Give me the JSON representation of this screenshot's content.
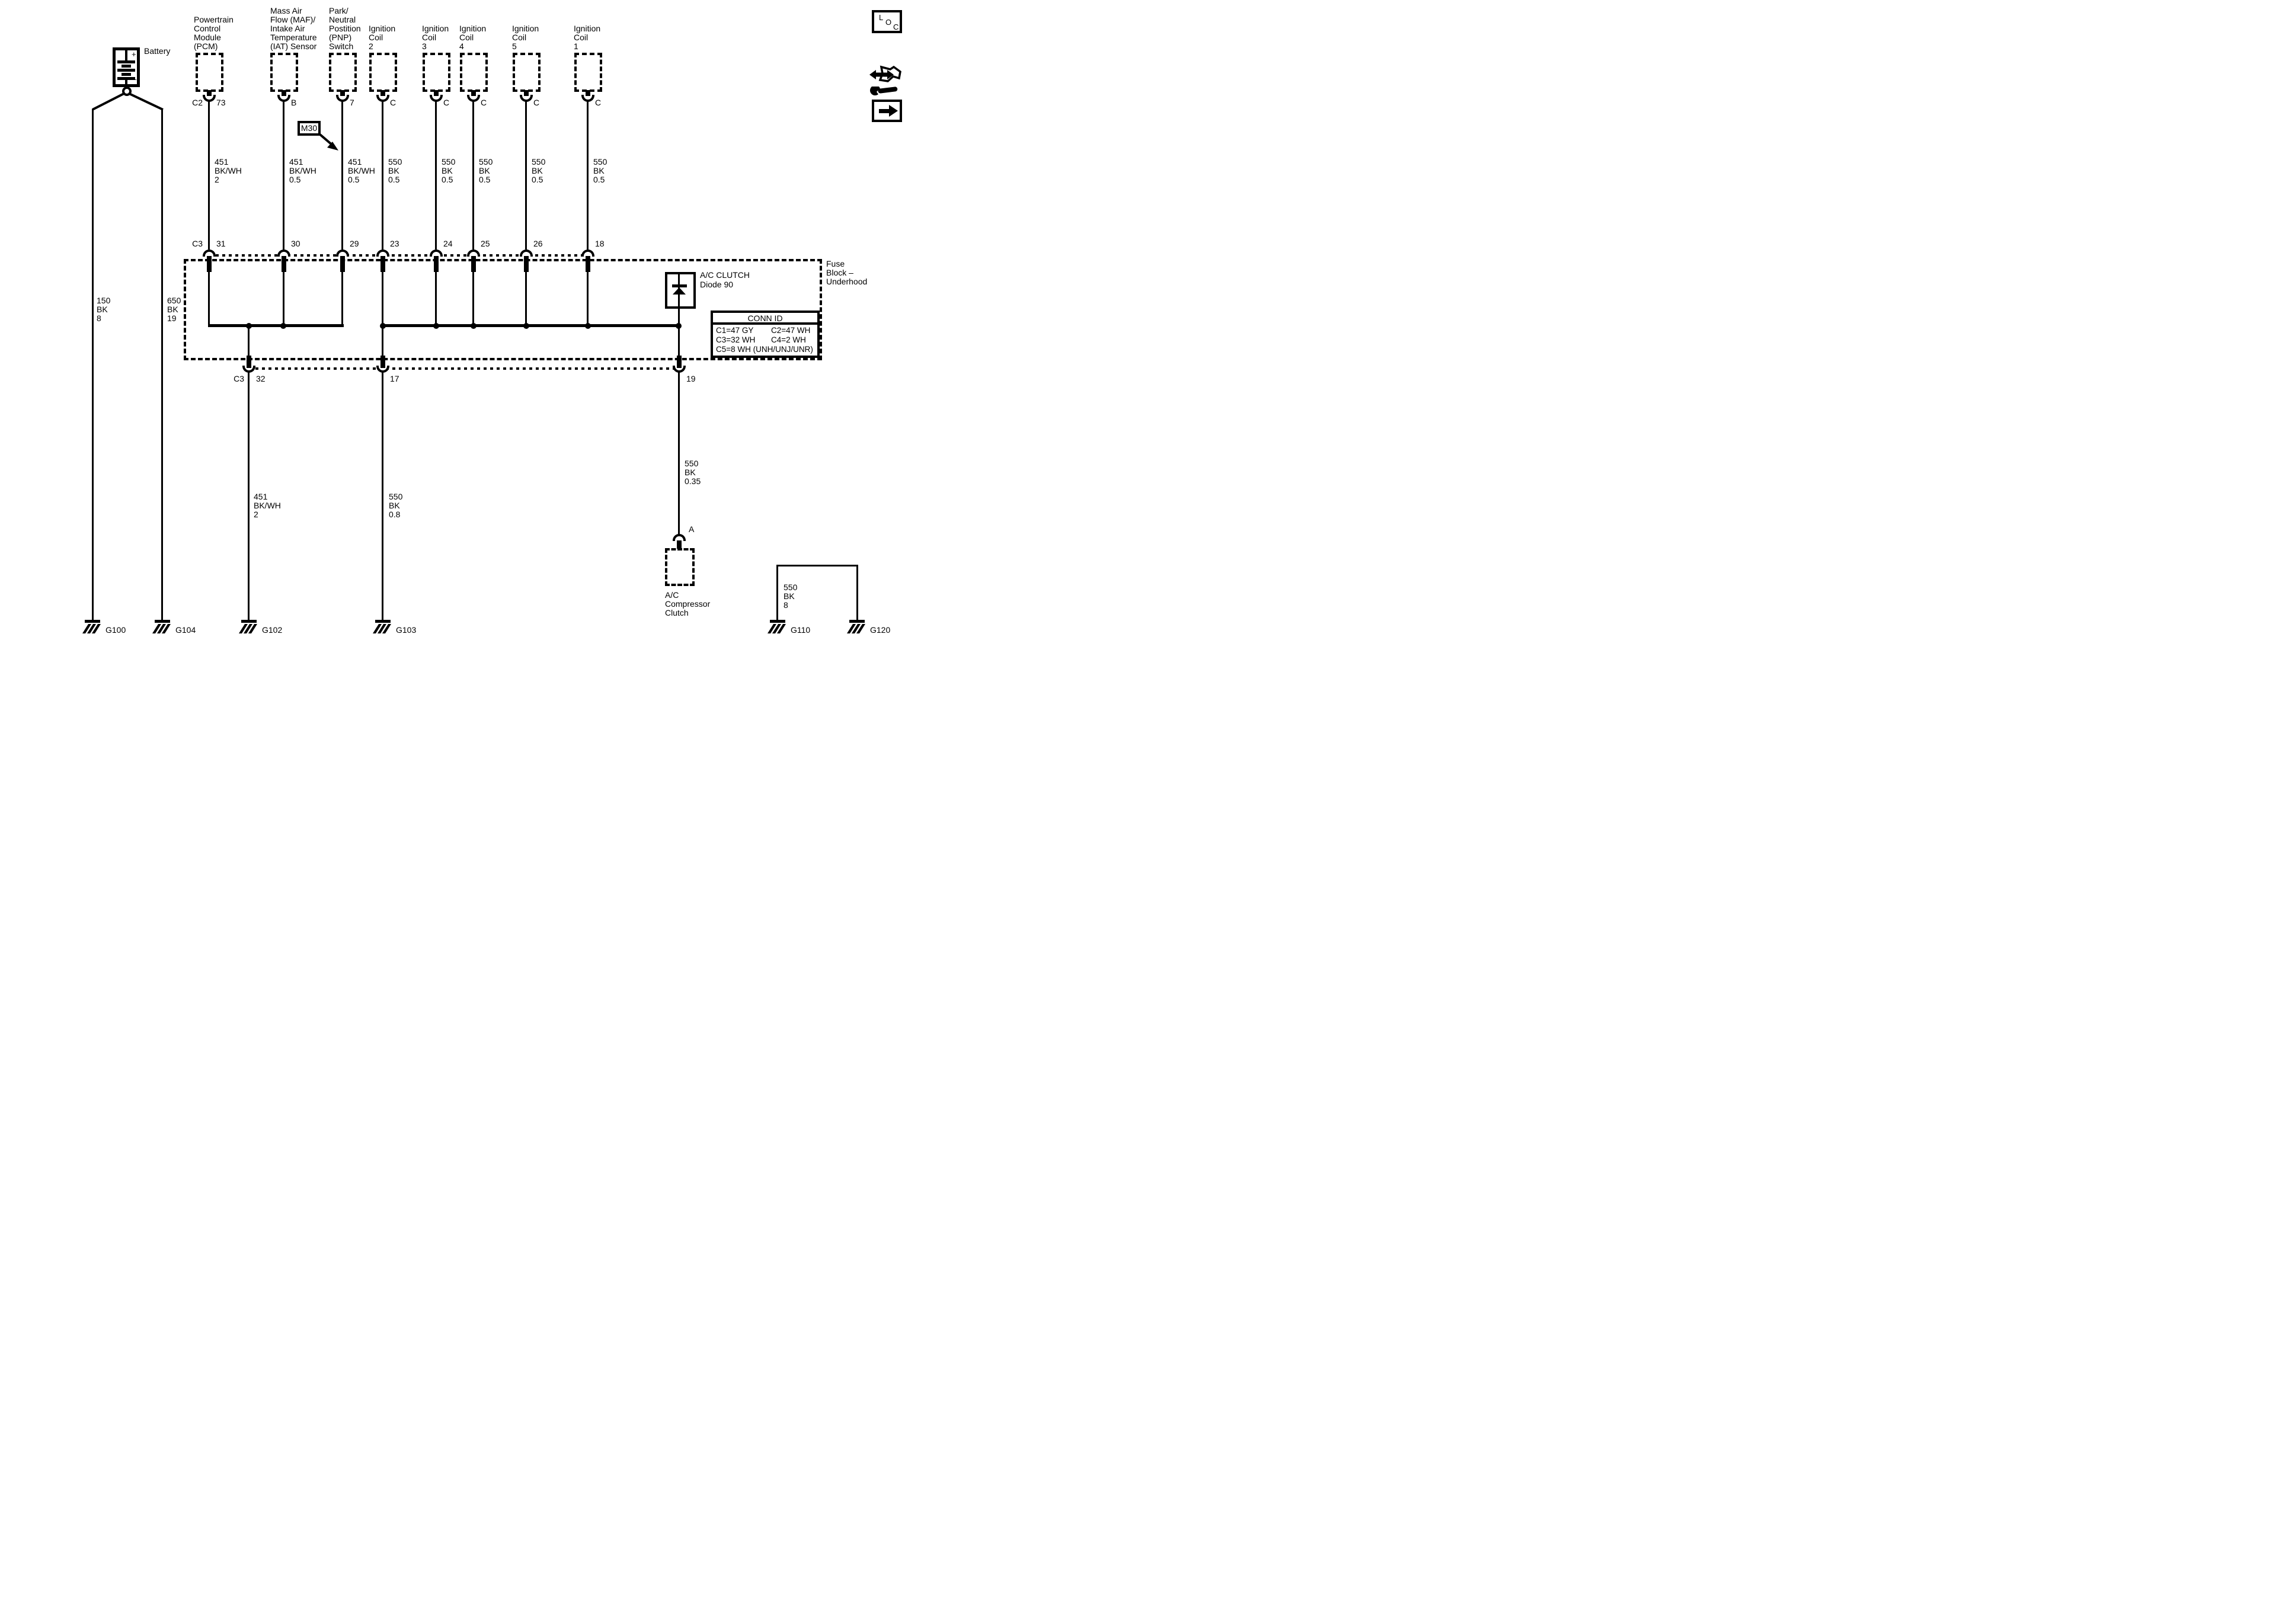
{
  "battery": {
    "label": "Battery",
    "plus": "+",
    "minus": "–"
  },
  "left_branch": {
    "wire_label": "150\nBK\n8",
    "ground": "G100"
  },
  "right_branch": {
    "wire_label": "650\nBK\n19",
    "ground": "G104"
  },
  "m30": {
    "label": "M30"
  },
  "top_conn": {
    "id": "C3"
  },
  "components": [
    {
      "label": "Powertrain\nControl\nModule\n(PCM)",
      "conn": "C2",
      "pin": "73",
      "wire_label": "451\nBK/WH\n2",
      "block_pin": "31"
    },
    {
      "label": "Mass Air\nFlow (MAF)/\nIntake Air\nTemperature\n(IAT) Sensor",
      "pin": "B",
      "wire_label": "451\nBK/WH\n0.5",
      "block_pin": "30"
    },
    {
      "label": "Park/\nNeutral\nPostition\n(PNP)\nSwitch",
      "pin": "7",
      "wire_label": "451\nBK/WH\n0.5",
      "block_pin": "29"
    },
    {
      "label": "Ignition\nCoil\n2",
      "pin": "C",
      "wire_label": "550\nBK\n0.5",
      "block_pin": "23"
    },
    {
      "label": "Ignition\nCoil\n3",
      "pin": "C",
      "wire_label": "550\nBK\n0.5",
      "block_pin": "24"
    },
    {
      "label": "Ignition\nCoil\n4",
      "pin": "C",
      "wire_label": "550\nBK\n0.5",
      "block_pin": "25"
    },
    {
      "label": "Ignition\nCoil\n5",
      "pin": "C",
      "wire_label": "550\nBK\n0.5",
      "block_pin": "26"
    },
    {
      "label": "Ignition\nCoil\n1",
      "pin": "C",
      "wire_label": "550\nBK\n0.5",
      "block_pin": "18"
    }
  ],
  "fuse_block": {
    "label": "Fuse\nBlock –\nUnderhood"
  },
  "diode": {
    "label": "A/C CLUTCH\nDiode 90"
  },
  "conn_id": {
    "title": "CONN ID",
    "c1": "C1=47 GY",
    "c2": "C2=47 WH",
    "c3": "C3=32 WH",
    "c4": "C4=2 WH",
    "c5": "C5=8 WH (UNH/UNJ/UNR)"
  },
  "bottom_conn": {
    "id": "C3",
    "pin32": "32",
    "pin17": "17",
    "pin19": "19"
  },
  "drop32": {
    "wire_label": "451\nBK/WH\n2",
    "ground": "G102"
  },
  "drop17": {
    "wire_label": "550\nBK\n0.8",
    "ground": "G103"
  },
  "drop19": {
    "wire_label": "550\nBK\n0.35",
    "pin": "A"
  },
  "ac_clutch": {
    "label": "A/C\nCompressor\nClutch"
  },
  "bridge": {
    "wire_label": "550\nBK\n8",
    "ground_left": "G110",
    "ground_right": "G120"
  },
  "loc_icon": {
    "l": "L",
    "o": "O",
    "c": "C"
  }
}
